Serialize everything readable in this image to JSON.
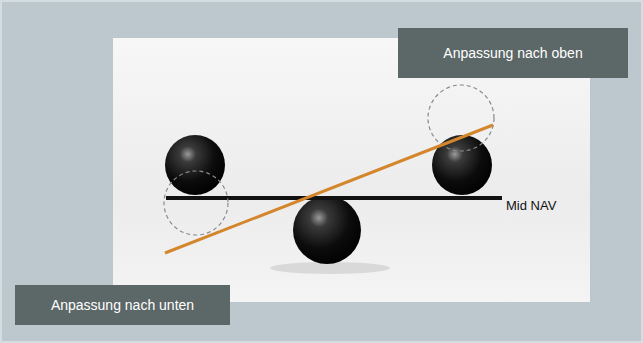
{
  "diagram": {
    "nodes": [
      {
        "text": [
          "Anpassung nach oben"
        ]
      },
      {
        "text": [
          "Anpassung nach unten"
        ]
      }
    ],
    "labels": [
      "Mid NAV"
    ]
  }
}
